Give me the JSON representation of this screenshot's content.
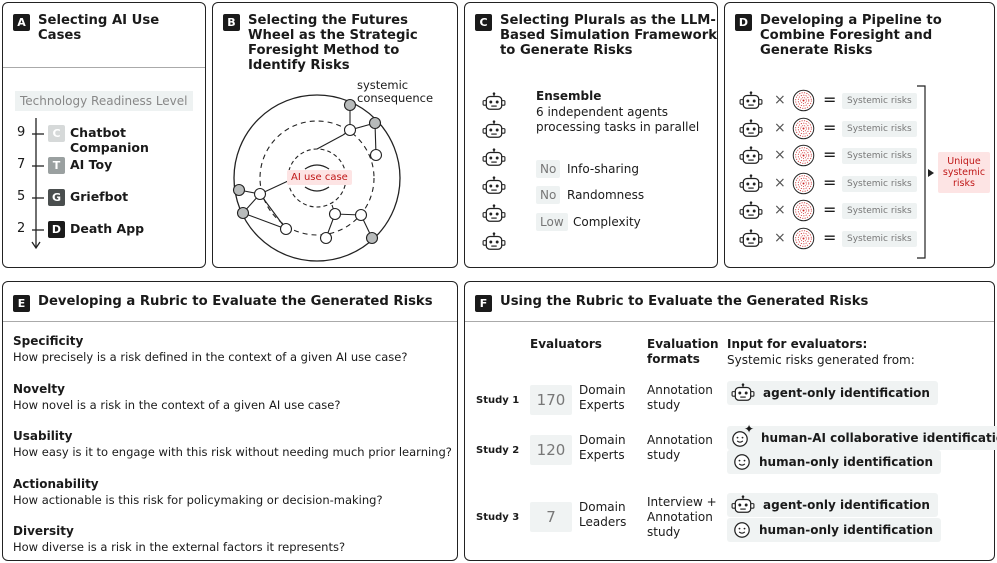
{
  "panelA": {
    "badge": "A",
    "title": "Selecting AI Use Cases",
    "trl_label": "Technology Readiness Level",
    "items": [
      {
        "level": "9",
        "letter": "C",
        "name": "Chatbot Companion",
        "color": "#d6d9d9"
      },
      {
        "level": "7",
        "letter": "T",
        "name": "AI Toy",
        "color": "#9aa0a0"
      },
      {
        "level": "5",
        "letter": "G",
        "name": "Griefbot",
        "color": "#4a4e4e"
      },
      {
        "level": "2",
        "letter": "D",
        "name": "Death App",
        "color": "#1a1a1a"
      }
    ]
  },
  "panelB": {
    "badge": "B",
    "title": "Selecting the Futures Wheel as the Strategic Foresight Method to Identify Risks",
    "center_label": "AI use case",
    "annotation": "systemic consequence"
  },
  "panelC": {
    "badge": "C",
    "title": "Selecting Plurals as the LLM-Based Simulation Framework to Generate Risks",
    "ensemble_title": "Ensemble",
    "ensemble_desc": "6 independent agents processing tasks in parallel",
    "settings": [
      {
        "value": "No",
        "label": "Info-sharing"
      },
      {
        "value": "No",
        "label": "Randomness"
      },
      {
        "value": "Low",
        "label": "Complexity"
      }
    ]
  },
  "panelD": {
    "badge": "D",
    "title": "Developing a Pipeline to Combine Foresight and Generate Risks",
    "rows": [
      "Systemic risks",
      "Systemic risks",
      "Systemic risks",
      "Systemic risks",
      "Systemic risks",
      "Systemic risks"
    ],
    "times": "×",
    "equals": "=",
    "result": "Unique systemic risks"
  },
  "panelE": {
    "badge": "E",
    "title": "Developing a Rubric to Evaluate the Generated Risks",
    "criteria": [
      {
        "name": "Specificity",
        "question": "How precisely is a risk defined in the context of a given AI use case?"
      },
      {
        "name": "Novelty",
        "question": "How novel is a risk in the context of a given AI use case?"
      },
      {
        "name": "Usability",
        "question": "How easy is it to engage with this risk without needing much prior learning?"
      },
      {
        "name": "Actionability",
        "question": "How actionable is this risk for policymaking or decision-making?"
      },
      {
        "name": "Diversity",
        "question": "How diverse is a risk in the external factors it represents?"
      }
    ]
  },
  "panelF": {
    "badge": "F",
    "title": "Using the Rubric to Evaluate the Generated Risks",
    "col_evaluators": "Evaluators",
    "col_formats": "Evaluation formats",
    "col_input_title": "Input for evaluators:",
    "col_input_sub": "Systemic risks generated from:",
    "studies": [
      {
        "label": "Study 1",
        "count": "170",
        "evaluators": "Domain Experts",
        "format": "Annotation study",
        "inputs": [
          {
            "icon": "robot-icon",
            "text": "agent-only identification"
          }
        ]
      },
      {
        "label": "Study 2",
        "count": "120",
        "evaluators": "Domain Experts",
        "format": "Annotation study",
        "inputs": [
          {
            "icon": "human-ai-icon",
            "text": "human-AI collaborative identification"
          },
          {
            "icon": "human-icon",
            "text": "human-only identification"
          }
        ]
      },
      {
        "label": "Study 3",
        "count": "7",
        "evaluators": "Domain Leaders",
        "format": "Interview + Annotation study",
        "inputs": [
          {
            "icon": "robot-icon",
            "text": "agent-only identification"
          },
          {
            "icon": "human-icon",
            "text": "human-only identification"
          }
        ]
      }
    ]
  }
}
